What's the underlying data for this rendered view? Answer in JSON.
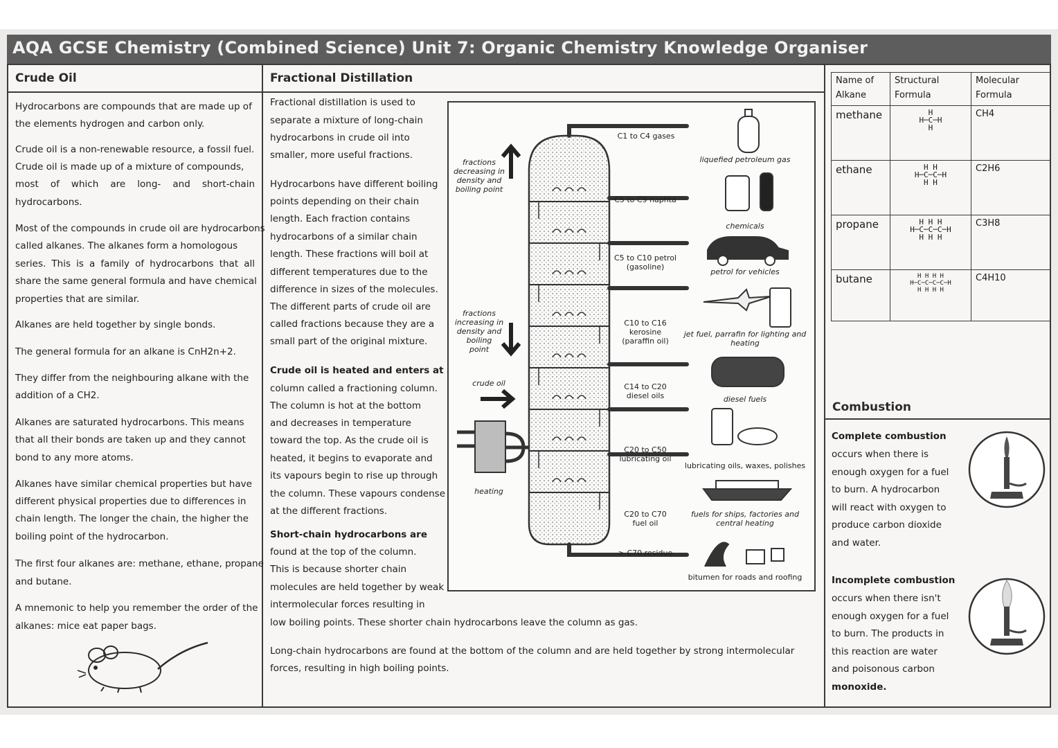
{
  "title": "AQA GCSE Chemistry (Combined Science) Unit 7: Organic Chemistry Knowledge Organiser",
  "crude_oil": {
    "heading": "Crude Oil",
    "p1a": "Hydrocarbons are compounds that are made up of",
    "p1b": "the elements hydrogen and carbon only.",
    "p2a": "Crude oil is a non-renewable resource, a fossil fuel.",
    "p2b": "Crude oil is made up of a mixture of compounds,",
    "p2c": "most of which are long- and short-chain",
    "p2d": "hydrocarbons.",
    "p3a": "Most of the compounds in crude oil are hydrocarbons",
    "p3b": "called alkanes. The alkanes form a homologous",
    "p3c": "series. This is a family of hydrocarbons that all",
    "p3d": "share the same general formula and have chemical",
    "p3e": "properties that are similar.",
    "p4": "Alkanes are held together by single bonds.",
    "p5": "The general formula for an alkane is CnH2n+2.",
    "p6a": "They differ from the neighbouring alkane with the",
    "p6b": "addition of a CH2.",
    "p7a": "Alkanes are saturated hydrocarbons. This means",
    "p7b": "that all their bonds are taken up and they cannot",
    "p7c": "bond to any more atoms.",
    "p8a": "Alkanes have similar chemical properties but have",
    "p8b": "different physical properties due to differences in",
    "p8c": "chain length. The longer the chain, the higher the",
    "p8d": "boiling point of the hydrocarbon.",
    "p9a": "The first four alkanes are: methane, ethane, propane",
    "p9b": "and butane.",
    "p10a": "A mnemonic to help you remember the order of the",
    "p10b": "alkanes: mice eat paper bags."
  },
  "fractional": {
    "heading": "Fractional Distillation",
    "l1": "Fractional distillation is used to",
    "l2": "separate a mixture of long-chain",
    "l3": "hydrocarbons in crude oil into",
    "l4": "smaller, more useful fractions.",
    "l5": "Hydrocarbons have different boiling",
    "l6": "points depending on their chain",
    "l7": "length. Each fraction contains",
    "l8": "hydrocarbons of a similar chain",
    "l9": "length. These fractions will boil at",
    "l10": "different temperatures due to the",
    "l11": "difference in sizes of the molecules.",
    "l12": "The different parts of crude oil are",
    "l13": "called fractions because they are a",
    "l14": "small part of the original mixture.",
    "l15": "Crude oil is heated and enters at all",
    "l16": "column called a fractioning column.",
    "l17": "The column is hot at the bottom",
    "l18": "and decreases in temperature",
    "l19": "toward the top. As the crude oil is",
    "l20": "heated, it begins to evaporate and",
    "l21": "its vapours begin to rise up through",
    "l22": "the column. These vapours condense",
    "l23": "at the different fractions.",
    "l24": "Short-chain hydrocarbons are",
    "l25": "found at the top of the column.",
    "l26": "This is because shorter chain",
    "l27": "molecules are held together by weak",
    "l28": "intermolecular forces resulting in",
    "l29": "low boiling points. These shorter chain hydrocarbons leave the column as gas.",
    "l30": "Long-chain hydrocarbons are found at the bottom of the column and are held together by strong intermolecular",
    "l31": "forces, resulting in high boiling points."
  },
  "diagram": {
    "dec1": "fractions",
    "dec2": "decreasing in",
    "dec3": "density and",
    "dec4": "boiling point",
    "inc1": "fractions",
    "inc2": "increasing in",
    "inc3": "density and",
    "inc4": "boiling",
    "inc5": "point",
    "crude": "crude oil",
    "heating": "heating",
    "f1": "C1 to C4 gases",
    "f2": "C5 to C9 naphta",
    "f3a": "C5 to C10 petrol",
    "f3b": "(gasoline)",
    "f4a": "C10 to C16 kerosine",
    "f4b": "(paraffin oil)",
    "f5a": "C14 to C20",
    "f5b": "diesel oils",
    "f6a": "C20 to C50",
    "f6b": "lubricating oil",
    "f7a": "C20 to C70",
    "f7b": "fuel oil",
    "f8": "> C70 residue",
    "u1": "liquefied petroleum gas",
    "u2": "chemicals",
    "u3": "petrol for vehicles",
    "u4a": "jet fuel, parrafin for lighting and",
    "u4b": "heating",
    "u5": "diesel fuels",
    "u6": "lubricating oils, waxes, polishes",
    "u7a": "fuels for ships, factories and",
    "u7b": "central heating",
    "u8": "bitumen for roads and roofing"
  },
  "alkanes_table": {
    "h_name1": "Name of",
    "h_name2": "Alkane",
    "h_struct1": "Structural",
    "h_struct2": "Formula",
    "h_mol1": "Molecular",
    "h_mol2": "Formula",
    "rows": [
      {
        "name": "methane",
        "formula": "CH4"
      },
      {
        "name": "ethane",
        "formula": "C2H6"
      },
      {
        "name": "propane",
        "formula": "C3H8"
      },
      {
        "name": "butane",
        "formula": "C4H10"
      }
    ]
  },
  "combustion": {
    "heading": "Combustion",
    "c1": "Complete combustion",
    "c2": "occurs when there is",
    "c3": "enough oxygen for a fuel",
    "c4": "to burn. A hydrocarbon",
    "c5": "will react with oxygen to",
    "c6": "produce carbon dioxide",
    "c7": "and water.",
    "i1": "Incomplete combustion",
    "i2": "occurs when there isn't",
    "i3": "enough oxygen for a fuel",
    "i4": "to burn. The products in",
    "i5": "this reaction are water",
    "i6": "and poisonous carbon",
    "i7": "monoxide."
  }
}
